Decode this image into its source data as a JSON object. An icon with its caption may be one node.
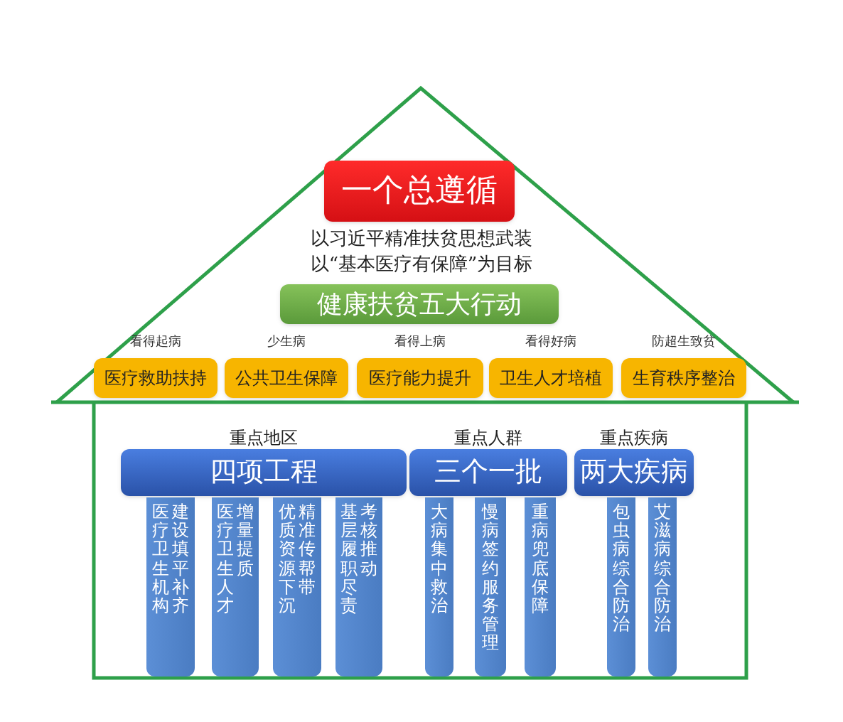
{
  "diagram": {
    "nodes": [
      {
        "text": [
          "一个总遵循"
        ]
      },
      {
        "text": [
          "健康扶贫五大行动"
        ]
      },
      {
        "text": [
          "医疗救助扶持"
        ],
        "beside": [
          "看得起病"
        ]
      },
      {
        "text": [
          "公共卫生保障"
        ],
        "beside": [
          "少生病"
        ]
      },
      {
        "text": [
          "医疗能力提升"
        ],
        "beside": [
          "看得上病"
        ]
      },
      {
        "text": [
          "卫生人才培植"
        ],
        "beside": [
          "看得好病"
        ]
      },
      {
        "text": [
          "生育秩序整治"
        ],
        "beside": [
          "防超生致贫"
        ]
      },
      {
        "text": [
          "重点地区",
          "四项工程"
        ]
      },
      {
        "text": [
          "重点人群",
          "三个一批"
        ]
      },
      {
        "text": [
          "重点疾病",
          "两大疾病"
        ]
      },
      {
        "text": [
          "医疗卫生机构",
          "建设填平补齐"
        ]
      },
      {
        "text": [
          "医疗卫生人才",
          "增量提质"
        ]
      },
      {
        "text": [
          "优质资源下沉",
          "精准传帮带"
        ]
      },
      {
        "text": [
          "基层履职尽责",
          "考核推动"
        ]
      },
      {
        "text": [
          "大病集中救治"
        ]
      },
      {
        "text": [
          "慢病签约服务管理"
        ]
      },
      {
        "text": [
          "重病兜底保障"
        ]
      },
      {
        "text": [
          "包虫病综合防治"
        ]
      },
      {
        "text": [
          "艾滋病综合防治"
        ]
      }
    ],
    "labels": [
      "以习近平精准扶贫思想武装",
      "以“基本医疗有保障”为目标"
    ]
  }
}
